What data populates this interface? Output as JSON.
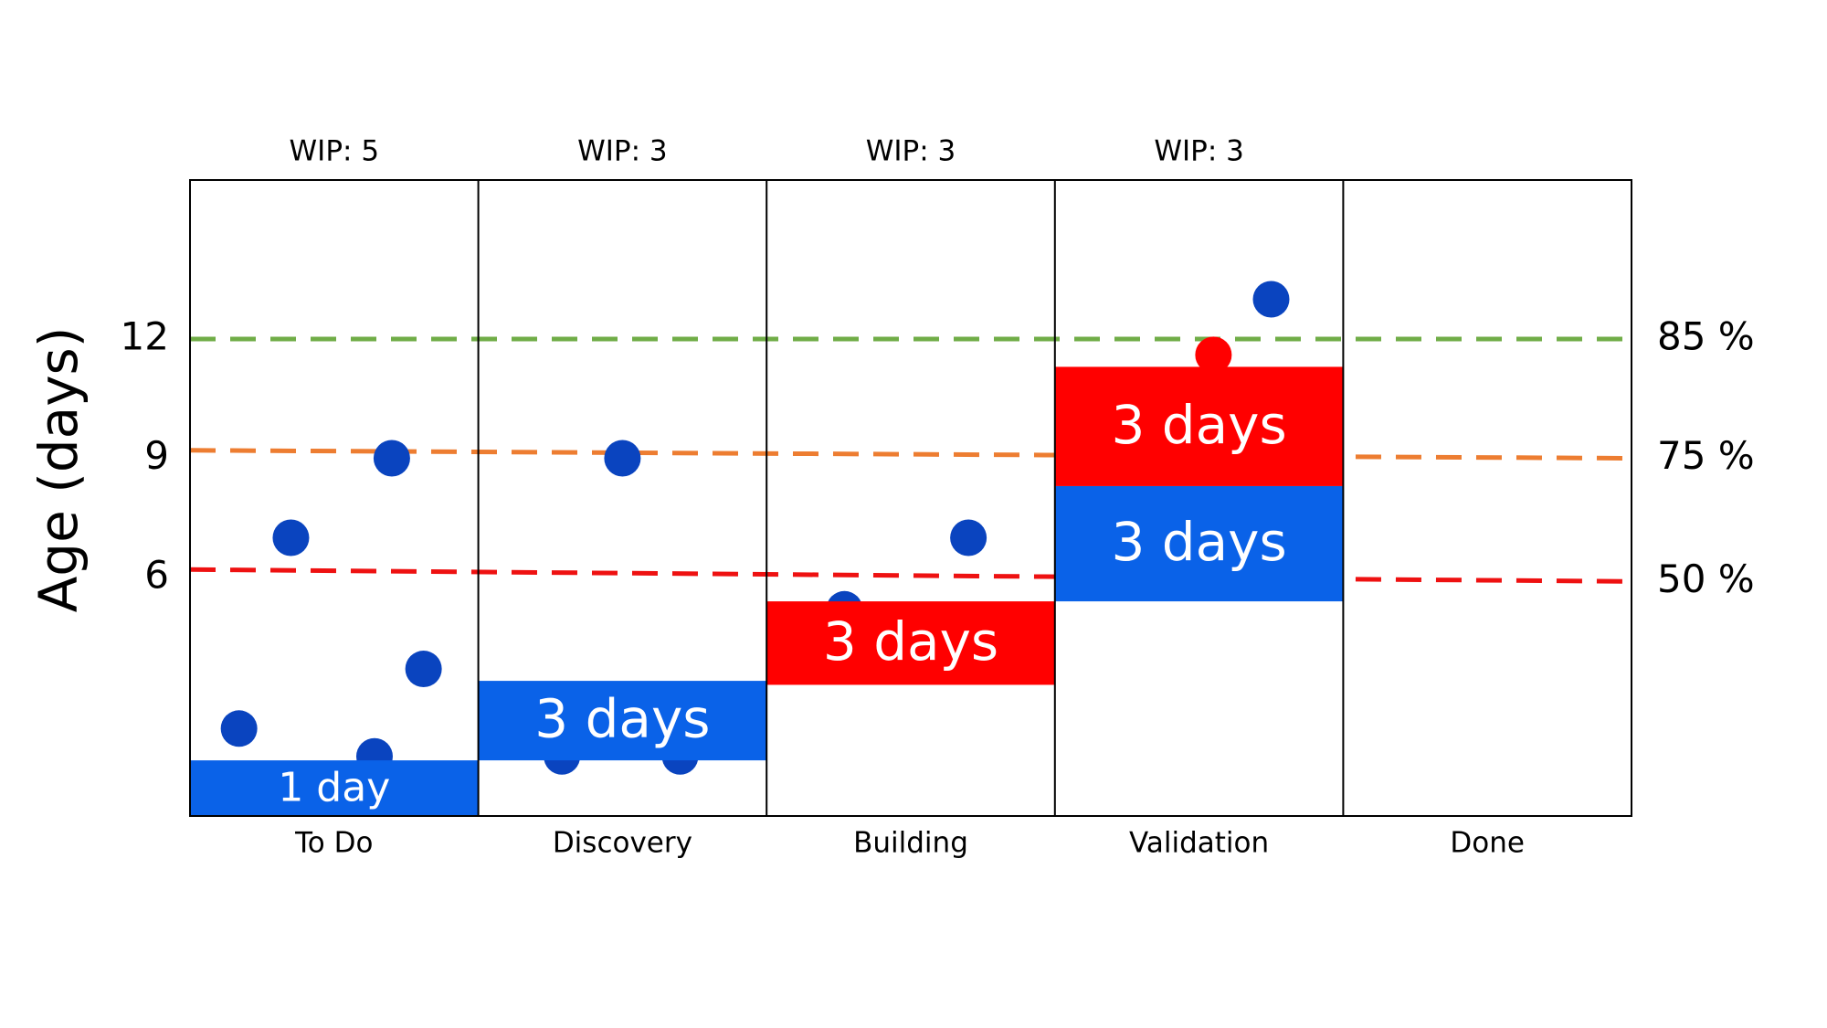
{
  "chart_data": {
    "type": "scatter",
    "title": "",
    "ylabel": "Age (days)",
    "xlabel": "",
    "ylim": [
      0,
      16
    ],
    "yticks": [
      6,
      9,
      12
    ],
    "columns": [
      {
        "name": "To Do",
        "wip_label": "WIP: 5"
      },
      {
        "name": "Discovery",
        "wip_label": "WIP: 3"
      },
      {
        "name": "Building",
        "wip_label": "WIP: 3"
      },
      {
        "name": "Validation",
        "wip_label": "WIP: 3"
      },
      {
        "name": "Done",
        "wip_label": ""
      }
    ],
    "percentile_lines": [
      {
        "label": "85 %",
        "value_start": 12.0,
        "value_end": 12.0,
        "color": "#70ad47"
      },
      {
        "label": "75 %",
        "value_start": 9.2,
        "value_end": 9.0,
        "color": "#ed7d31"
      },
      {
        "label": "50 %",
        "value_start": 6.2,
        "value_end": 5.9,
        "color": "#ee1111"
      }
    ],
    "bands": [
      {
        "column": 0,
        "y_from": 0,
        "y_to": 1.4,
        "label": "1 day",
        "color": "#0a62e8"
      },
      {
        "column": 1,
        "y_from": 1.4,
        "y_to": 3.4,
        "label": "3 days",
        "color": "#0a62e8"
      },
      {
        "column": 2,
        "y_from": 3.3,
        "y_to": 5.4,
        "label": "3 days",
        "color": "#ff0000"
      },
      {
        "column": 3,
        "y_from": 5.4,
        "y_to": 8.3,
        "label": "3 days",
        "color": "#0a62e8"
      },
      {
        "column": 3,
        "y_from": 8.3,
        "y_to": 11.3,
        "label": "3 days",
        "color": "#ff0000"
      }
    ],
    "points": [
      {
        "column": 0,
        "x_offset": 0.17,
        "y": 2.2,
        "color": "#0a44bf"
      },
      {
        "column": 0,
        "x_offset": 0.35,
        "y": 7.0,
        "color": "#0a44bf"
      },
      {
        "column": 0,
        "x_offset": 0.7,
        "y": 9.0,
        "color": "#0a44bf"
      },
      {
        "column": 0,
        "x_offset": 0.81,
        "y": 3.7,
        "color": "#0a44bf"
      },
      {
        "column": 0,
        "x_offset": 0.64,
        "y": 1.5,
        "color": "#0a44bf"
      },
      {
        "column": 1,
        "x_offset": 0.5,
        "y": 9.0,
        "color": "#0a44bf"
      },
      {
        "column": 1,
        "x_offset": 0.29,
        "y": 1.5,
        "color": "#0a44bf"
      },
      {
        "column": 1,
        "x_offset": 0.7,
        "y": 1.5,
        "color": "#0a44bf"
      },
      {
        "column": 2,
        "x_offset": 0.7,
        "y": 7.0,
        "color": "#0a44bf"
      },
      {
        "column": 2,
        "x_offset": 0.27,
        "y": 5.2,
        "color": "#0a44bf"
      },
      {
        "column": 3,
        "x_offset": 0.75,
        "y": 13.0,
        "color": "#0a44bf"
      },
      {
        "column": 3,
        "x_offset": 0.55,
        "y": 11.6,
        "color": "#ff0000"
      }
    ]
  }
}
